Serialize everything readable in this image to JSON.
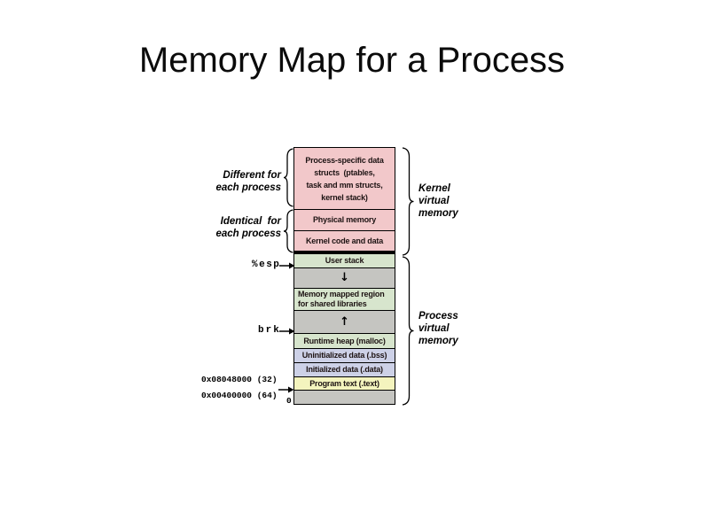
{
  "slide": {
    "title": "Memory Map for a Process"
  },
  "diagram": {
    "left": {
      "different_line1": "Different for",
      "different_line2": "each process",
      "identical_line1": "Identical  for",
      "identical_line2": "each process",
      "esp": "%esp",
      "brk": "brk",
      "addr_32": "0x08048000  (32)",
      "addr_64": "0x00400000  (64)",
      "zero": "0"
    },
    "right": {
      "kernel_line1": "Kernel",
      "kernel_line2": "virtual",
      "kernel_line3": "memory",
      "process_line1": "Process",
      "process_line2": "virtual",
      "process_line3": "memory"
    },
    "boxes": {
      "kernel_structs_line1": "Process-specific data",
      "kernel_structs_line2": "structs  (ptables,",
      "kernel_structs_line3": "task and mm structs,",
      "kernel_structs_line4": "kernel stack)",
      "physical_memory": "Physical memory",
      "kernel_code": "Kernel code and data",
      "user_stack": "User stack",
      "stack_grow_icon": "↓",
      "mmap_line1": "Memory mapped region",
      "mmap_line2": "for shared libraries",
      "heap_grow_icon": "↑",
      "heap": "Runtime heap (malloc)",
      "bss": "Uninitialized data (.bss)",
      "data": "Initialized data (.data)",
      "text": "Program text (.text)"
    },
    "colors": {
      "kernel_region": "#f2c8ca",
      "user_region": "#d7e5cd",
      "gap_region": "#c5c5c1",
      "data_region": "#cdd1e7",
      "text_region": "#f4f4be",
      "border": "#000000"
    }
  }
}
